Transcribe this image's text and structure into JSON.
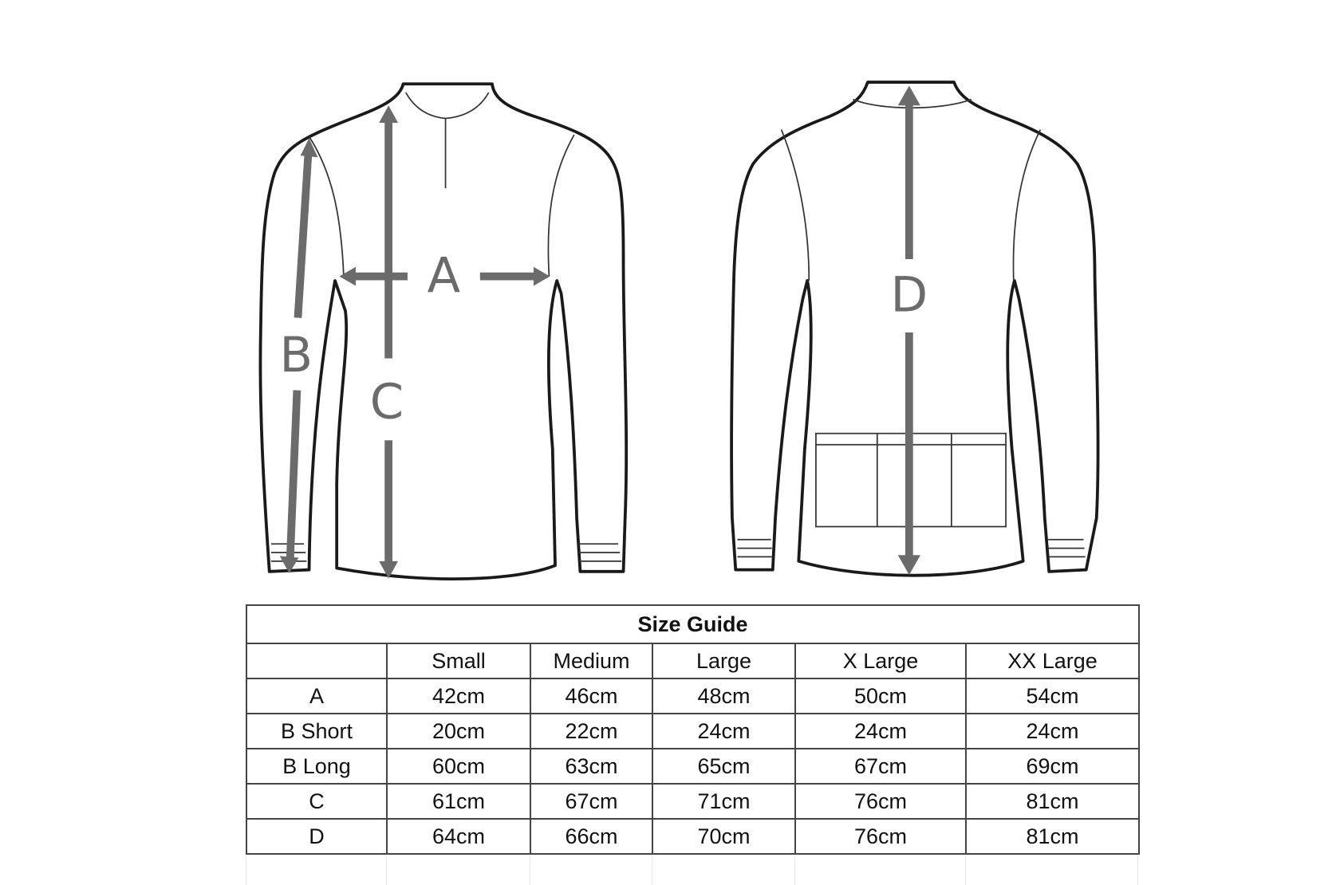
{
  "diagram": {
    "front_labels": {
      "a": "A",
      "b": "B",
      "c": "C"
    },
    "back_labels": {
      "d": "D"
    },
    "arrow_color": "#6b6b6b"
  },
  "size_table": {
    "title": "Size Guide",
    "columns": [
      "",
      "Small",
      "Medium",
      "Large",
      "X Large",
      "XX Large"
    ],
    "rows": [
      {
        "label": "A",
        "values": [
          "42cm",
          "46cm",
          "48cm",
          "50cm",
          "54cm"
        ]
      },
      {
        "label": "B Short",
        "values": [
          "20cm",
          "22cm",
          "24cm",
          "24cm",
          "24cm"
        ]
      },
      {
        "label": "B Long",
        "values": [
          "60cm",
          "63cm",
          "65cm",
          "67cm",
          "69cm"
        ]
      },
      {
        "label": "C",
        "values": [
          "61cm",
          "67cm",
          "71cm",
          "76cm",
          "81cm"
        ]
      },
      {
        "label": "D",
        "values": [
          "64cm",
          "66cm",
          "70cm",
          "76cm",
          "81cm"
        ]
      }
    ]
  }
}
